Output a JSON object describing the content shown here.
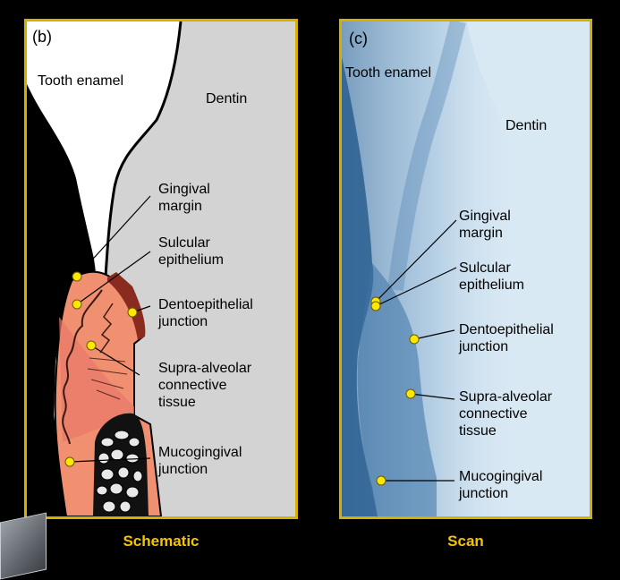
{
  "schematic_panel": {
    "letter": "(b)",
    "tooth_enamel": "Tooth enamel",
    "dentin": "Dentin",
    "gingival_margin": [
      "Gingival",
      "margin"
    ],
    "sulcular_epithelium": [
      "Sulcular",
      "epithelium"
    ],
    "dentoepithelial_junction": [
      "Dentoepithelial",
      "junction"
    ],
    "supra_alveolar": [
      "Supra-alveolar",
      "connective",
      "tissue"
    ],
    "mucogingival_junction": [
      "Mucogingival",
      "junction"
    ],
    "caption": "Schematic"
  },
  "scan_panel": {
    "letter": "(c)",
    "tooth_enamel": "Tooth enamel",
    "dentin": "Dentin",
    "gingival_margin": [
      "Gingival",
      "margin"
    ],
    "sulcular_epithelium": [
      "Sulcular",
      "epithelium"
    ],
    "dentoepithelial_junction": [
      "Dentoepithelial",
      "junction"
    ],
    "supra_alveolar": [
      "Supra-alveolar",
      "connective",
      "tissue"
    ],
    "mucogingival_junction": [
      "Mucogingival",
      "junction"
    ],
    "caption": "Scan"
  },
  "colors": {
    "frame": "#d4b000",
    "caption": "#f5c400",
    "marker": "#ffe800",
    "dentin": "#d3d3d3",
    "gingiva": "#f09070",
    "scan_background": "#d9e9f4",
    "scan_tissue": "#2a5f91"
  }
}
